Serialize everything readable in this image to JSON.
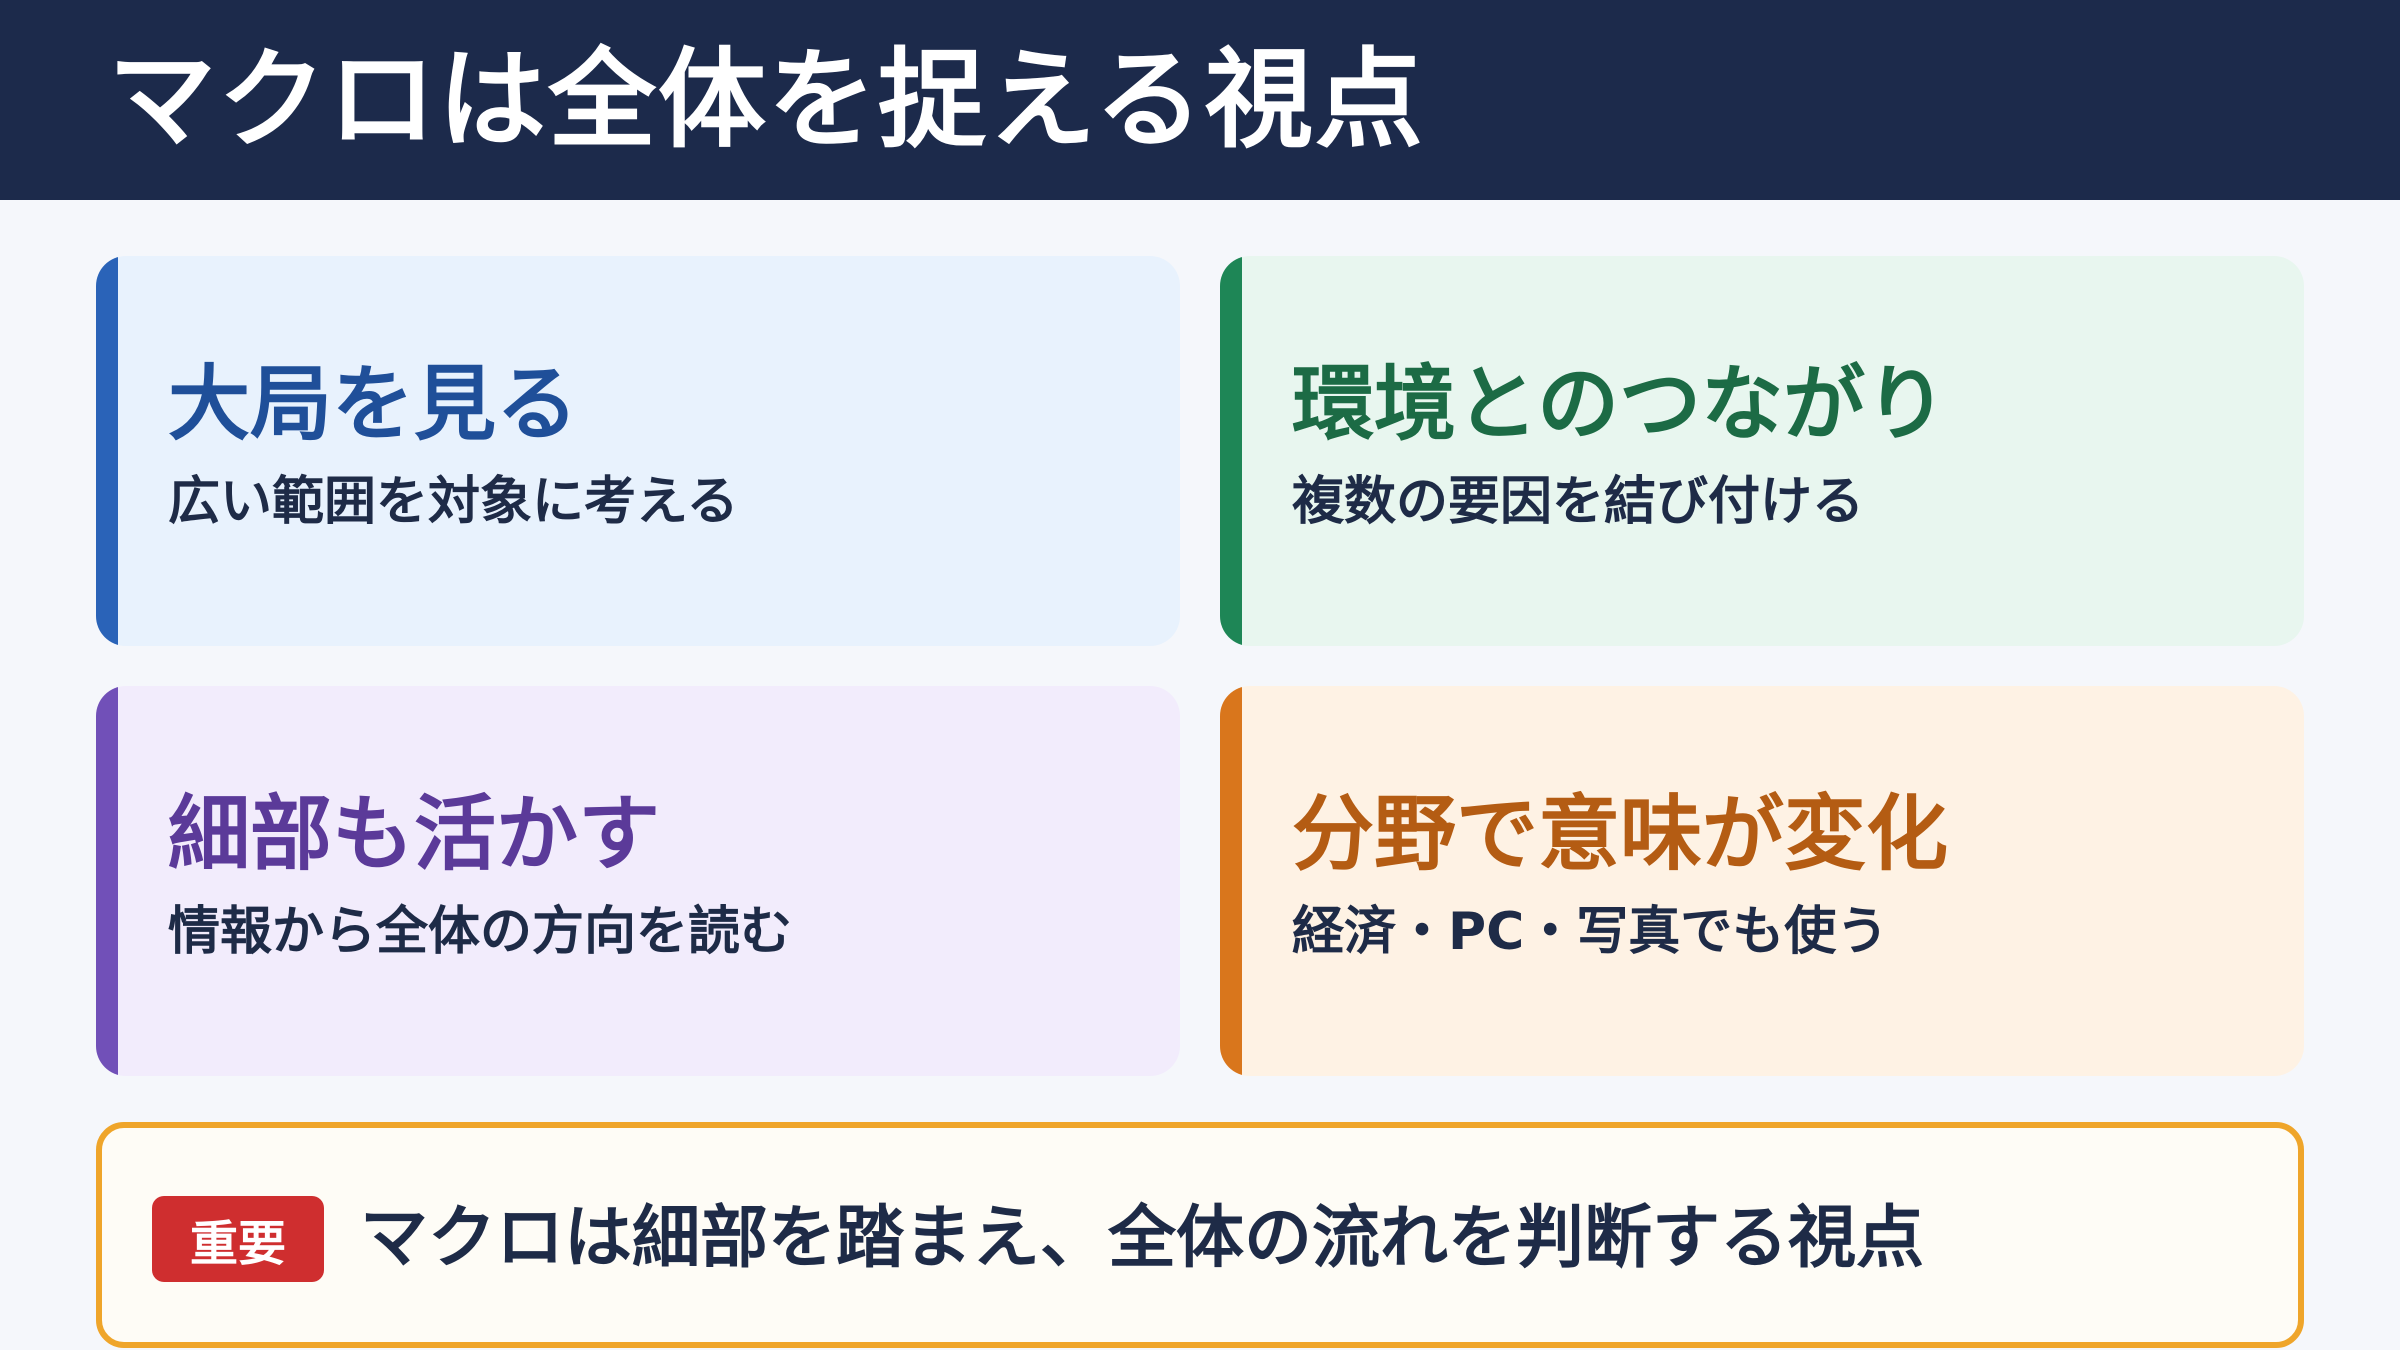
{
  "title": "マクロは全体を捉える視点",
  "cards": [
    {
      "heading": "大局を見る",
      "sub": "広い範囲を対象に考える",
      "accent": "#2a63b8",
      "background": "#e8f2fd"
    },
    {
      "heading": "環境とのつながり",
      "sub": "複数の要因を結び付ける",
      "accent": "#1e8656",
      "background": "#e8f6ef"
    },
    {
      "heading": "細部も活かす",
      "sub": "情報から全体の方向を読む",
      "accent": "#7150b8",
      "background": "#f2ecfc"
    },
    {
      "heading": "分野で意味が変化",
      "sub": "経済・PC・写真でも使う",
      "accent": "#d9761c",
      "background": "#fef2e4"
    }
  ],
  "note": {
    "badge": "重要",
    "text": "マクロは細部を踏まえ、全体の流れを判断する視点",
    "border_color": "#efa52a",
    "badge_color": "#cf2e2f"
  },
  "colors": {
    "header": "#1c2a4b",
    "page_background": "#f5f7fb",
    "body_text": "#1e2b47"
  }
}
